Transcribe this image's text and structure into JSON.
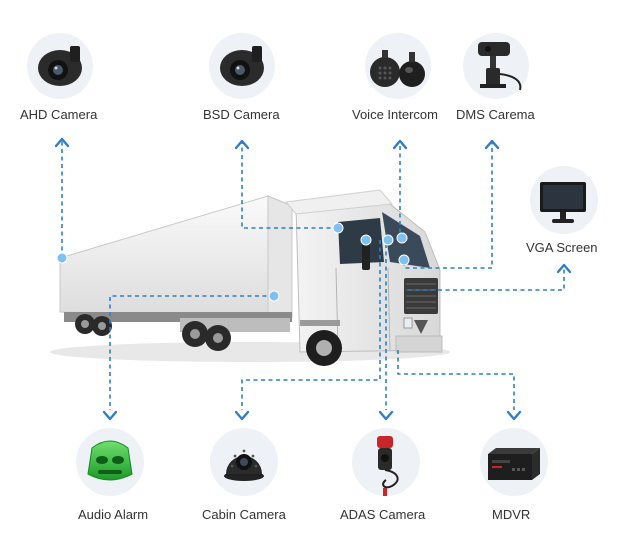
{
  "colors": {
    "connector": "#2f7fc8",
    "endpoint_dot": "#7ec0f0",
    "icon_bg": "#eef1f5",
    "label_text": "#333333"
  },
  "components": {
    "ahd_camera": {
      "label": "AHD Camera",
      "icon": "bullet-camera-icon"
    },
    "bsd_camera": {
      "label": "BSD Camera",
      "icon": "bullet-camera-icon"
    },
    "voice_intercom": {
      "label": "Voice Intercom",
      "icon": "speaker-microphone-icon"
    },
    "dms_camera": {
      "label": "DMS Carema",
      "icon": "dms-camera-icon"
    },
    "vga_screen": {
      "label": "VGA Screen",
      "icon": "monitor-icon"
    },
    "audio_alarm": {
      "label": "Audio Alarm",
      "icon": "alarm-speaker-icon"
    },
    "cabin_camera": {
      "label": "Cabin Camera",
      "icon": "dome-camera-icon"
    },
    "adas_camera": {
      "label": "ADAS Camera",
      "icon": "adas-camera-icon"
    },
    "mdvr": {
      "label": "MDVR",
      "icon": "mdvr-recorder-icon"
    }
  },
  "vehicle": {
    "icon": "truck-icon"
  }
}
